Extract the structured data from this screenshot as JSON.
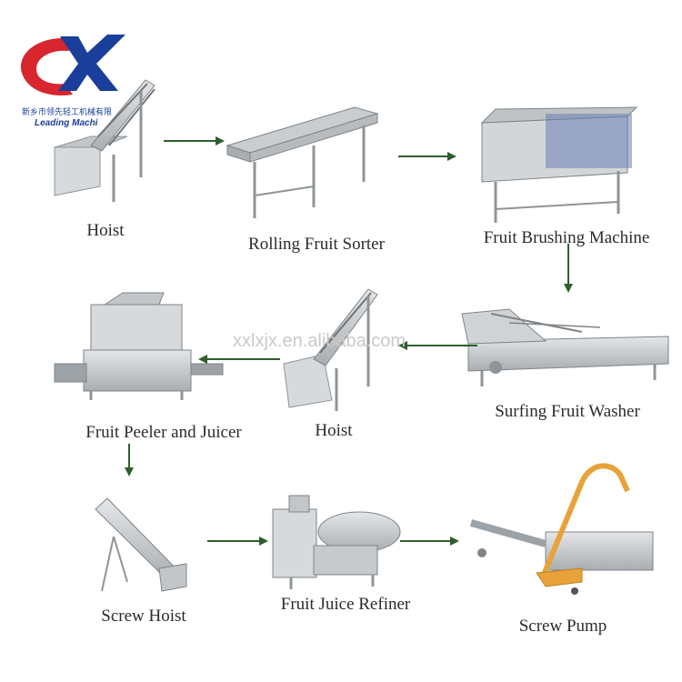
{
  "logo": {
    "company_cn": "新乡市领先轻工机械有限",
    "company_en": "Leading Machi"
  },
  "watermark": "xxlxjx.en.alibaba.com",
  "steps": [
    {
      "label": "Hoist"
    },
    {
      "label": "Rolling Fruit Sorter"
    },
    {
      "label": "Fruit Brushing Machine"
    },
    {
      "label": "Surfing Fruit Washer"
    },
    {
      "label": "Hoist"
    },
    {
      "label": "Fruit Peeler and Juicer"
    },
    {
      "label": "Screw Hoist"
    },
    {
      "label": "Fruit Juice Refiner"
    },
    {
      "label": "Screw Pump"
    }
  ],
  "colors": {
    "arrow": "#2e5e2e",
    "steel": "#c6cacd",
    "steel_dark": "#8f9498",
    "logo_red": "#d8262e",
    "logo_blue": "#1a3f9a",
    "pump_orange": "#e8a23a"
  }
}
